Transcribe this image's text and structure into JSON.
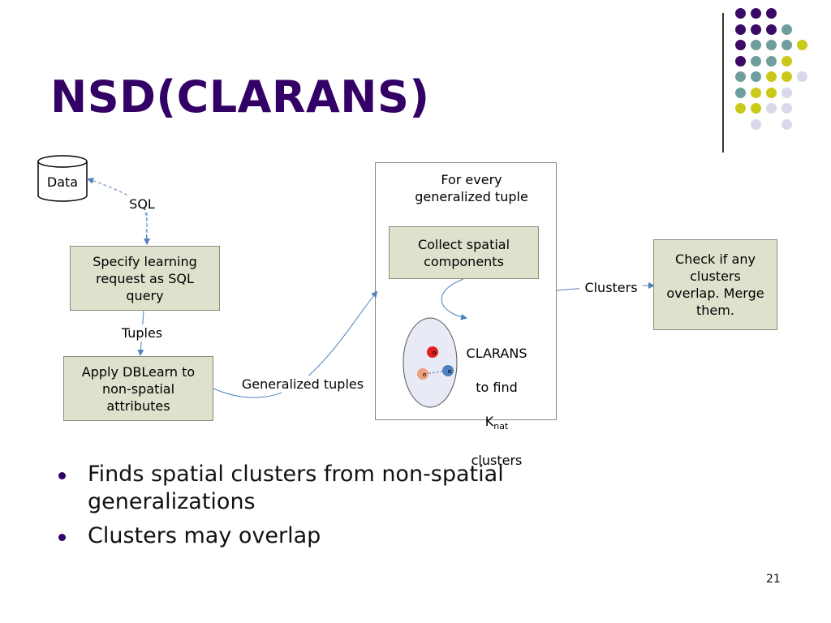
{
  "slide": {
    "title": "NSD(CLARANS)",
    "page_number": "21",
    "bullets": [
      "Finds spatial clusters from non-spatial\ngeneralizations",
      "Clusters may overlap"
    ]
  },
  "diagram": {
    "data_store": "Data",
    "sql_label": "SQL",
    "specify_box": "Specify learning\nrequest as SQL\nquery",
    "tuples_label": "Tuples",
    "apply_box": "Apply DBLearn to\nnon-spatial\nattributes",
    "generalized_label": "Generalized tuples",
    "for_every": "For every\ngeneralized tuple",
    "collect_box": "Collect spatial\ncomponents",
    "clarans_line1": "CLARANS",
    "clarans_line2": "to find",
    "k_main": "K",
    "k_sub": "nat",
    "clarans_line4": "clusters",
    "clusters_label": "Clusters",
    "check_box": "Check if any\nclusters\noverlap. Merge\nthem."
  },
  "colors": {
    "title": "#330066",
    "box_fill": "#dfe1cd",
    "arrow": "#4f81bd",
    "dot_purple": "#3b0a66",
    "dot_teal": "#6f9e9e",
    "dot_yellow": "#c9c91a",
    "dot_lavender": "#d8d8ea"
  }
}
